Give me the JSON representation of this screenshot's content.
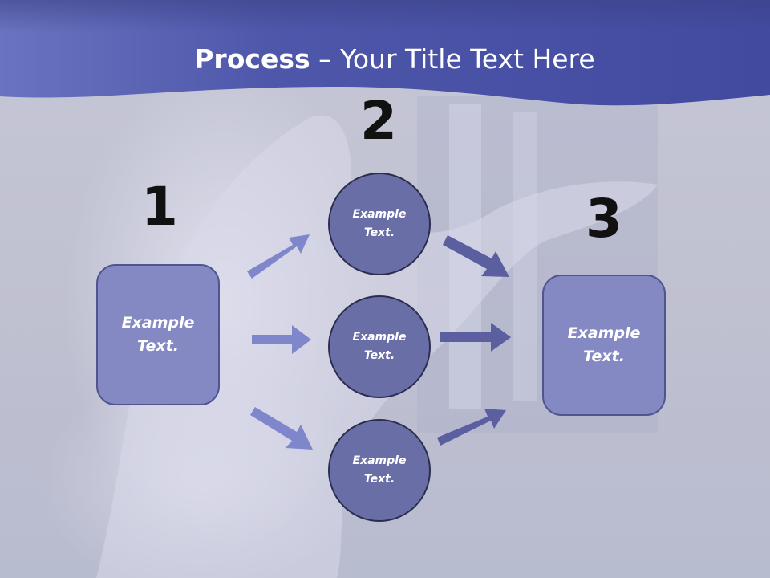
{
  "title": {
    "bold": "Process",
    "rest": " – Your Title Text Here"
  },
  "steps": {
    "one": "1",
    "two": "2",
    "three": "3"
  },
  "left_box": {
    "line1": "Example",
    "line2": "Text."
  },
  "right_box": {
    "line1": "Example",
    "line2": "Text."
  },
  "circles": [
    {
      "line1": "Example",
      "line2": "Text."
    },
    {
      "line1": "Example",
      "line2": "Text."
    },
    {
      "line1": "Example",
      "line2": "Text."
    }
  ],
  "colors": {
    "header": "#4a53a6",
    "box_fill": "#8489c4",
    "circle_fill": "#6a6ea6",
    "arrow_light": "#7f86cc",
    "arrow_dark": "#5b5f9f"
  }
}
